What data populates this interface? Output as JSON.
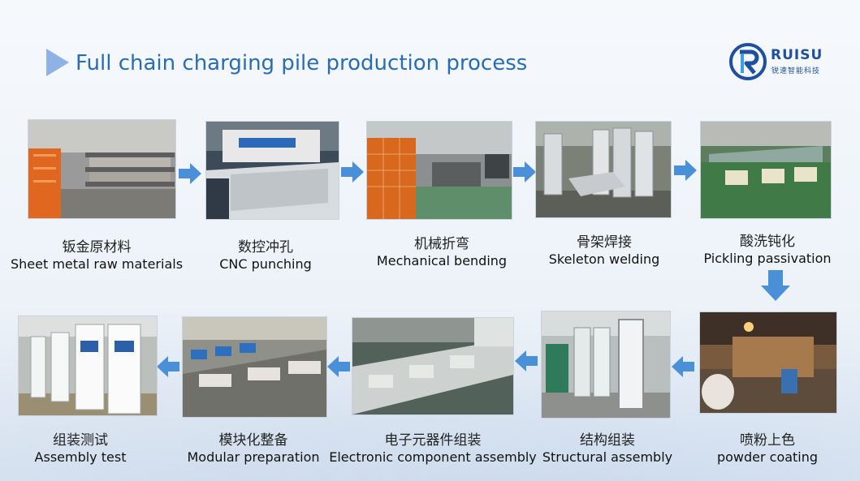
{
  "title": "Full chain charging pile production process",
  "logo": {
    "name": "RUISU",
    "subtitle": "锐速智能科技",
    "color": "#1f4fa0"
  },
  "accent_color": "#4a90d9",
  "steps": [
    {
      "id": 1,
      "cn": "钣金原材料",
      "en": "Sheet metal raw materials",
      "photo": "warehouse-racks-photo"
    },
    {
      "id": 2,
      "cn": "数控冲孔",
      "en": "CNC punching",
      "photo": "cnc-machine-photo"
    },
    {
      "id": 3,
      "cn": "机械折弯",
      "en": "Mechanical bending",
      "photo": "bending-workshop-photo"
    },
    {
      "id": 4,
      "cn": "骨架焊接",
      "en": "Skeleton welding",
      "photo": "welded-frames-photo"
    },
    {
      "id": 5,
      "cn": "酸洗钝化",
      "en": "Pickling passivation",
      "photo": "pickling-tank-photo"
    },
    {
      "id": 6,
      "cn": "喷粉上色",
      "en": "powder coating",
      "photo": "powder-coating-photo"
    },
    {
      "id": 7,
      "cn": "结构组装",
      "en": "Structural assembly",
      "photo": "cabinet-frames-photo"
    },
    {
      "id": 8,
      "cn": "电子元器件组装",
      "en": "Electronic component assembly",
      "photo": "component-bench-photo"
    },
    {
      "id": 9,
      "cn": "模块化整备",
      "en": "Modular preparation",
      "photo": "module-boxes-photo"
    },
    {
      "id": 10,
      "cn": "组装测试",
      "en": "Assembly test",
      "photo": "charger-units-photo"
    }
  ]
}
